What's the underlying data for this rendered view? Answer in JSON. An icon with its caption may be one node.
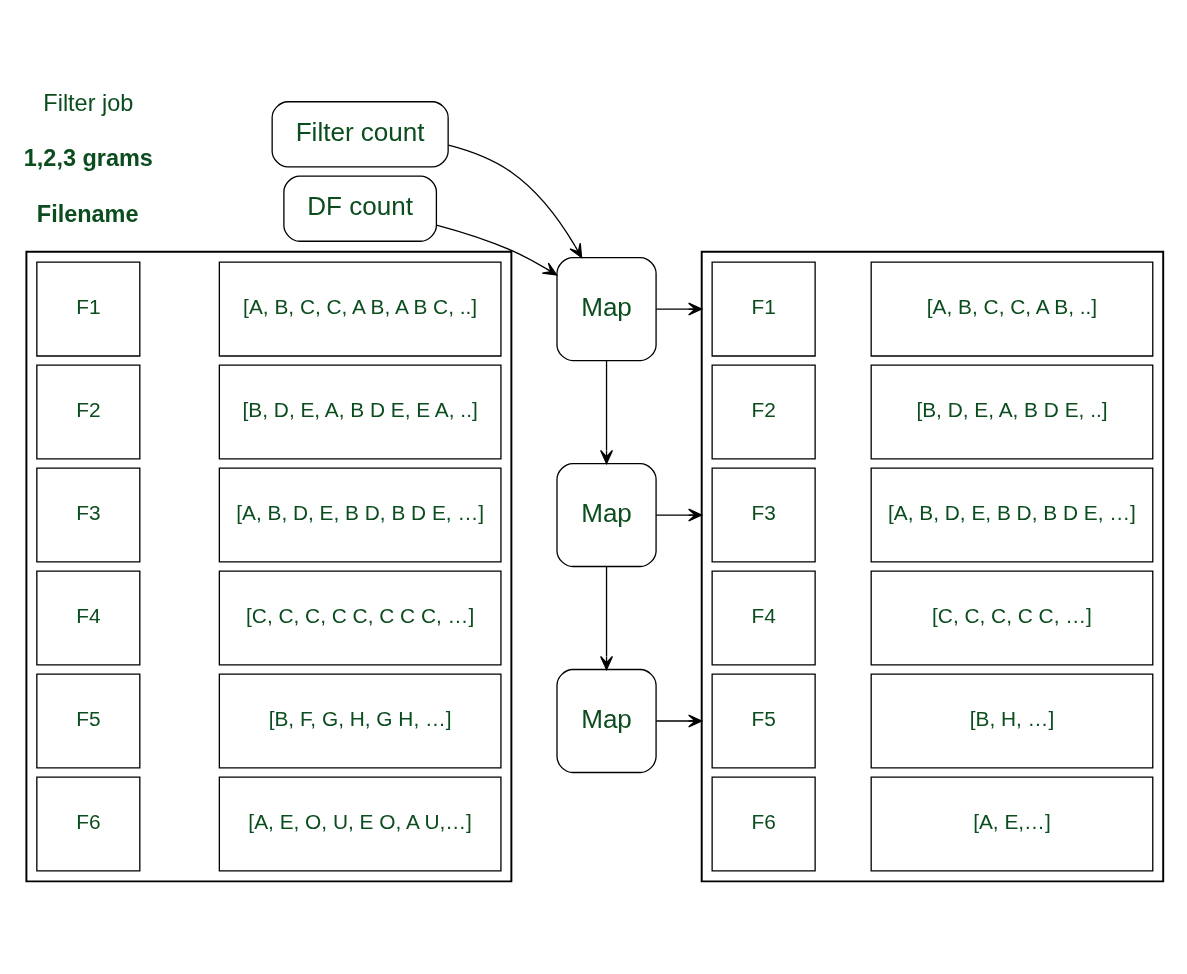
{
  "diagram": {
    "nodes": [
      {
        "text": [
          "Filter count"
        ]
      },
      {
        "text": [
          "DF count"
        ]
      },
      {
        "text": [],
        "shape": "box"
      },
      {
        "text": [
          "F1"
        ],
        "in": 2
      },
      {
        "text": [
          "[A, B, C, C, A B, A B C, ..]"
        ],
        "in": 2
      },
      {
        "text": [
          "F2"
        ],
        "in": 2
      },
      {
        "text": [
          "[B, D, E, A, B D E, E A, ..]"
        ],
        "in": 2
      },
      {
        "text": [
          "F3"
        ],
        "in": 2
      },
      {
        "text": [
          "[A, B, D, E, B D, B D E, …]"
        ],
        "in": 2
      },
      {
        "text": [
          "F4"
        ],
        "in": 2
      },
      {
        "text": [
          "[C, C, C, C C, C C C, …]"
        ],
        "in": 2
      },
      {
        "text": [
          "F5"
        ],
        "in": 2
      },
      {
        "text": [
          "[B, F, G, H, G H, …]"
        ],
        "in": 2
      },
      {
        "text": [
          "F6"
        ],
        "in": 2
      },
      {
        "text": [
          "[A, E, O, U, E O, A U,…]"
        ],
        "in": 2
      },
      {
        "text": [
          "Map"
        ]
      },
      {
        "text": [
          "Map"
        ]
      },
      {
        "text": [
          "Map"
        ]
      },
      {
        "text": [],
        "shape": "box"
      },
      {
        "text": [
          "F1"
        ],
        "in": 18
      },
      {
        "text": [
          "[A, B, C, C, A B, ..]"
        ],
        "in": 18
      },
      {
        "text": [
          "F2"
        ],
        "in": 18
      },
      {
        "text": [
          "[B, D, E, A, B D E, ..]"
        ],
        "in": 18
      },
      {
        "text": [
          "F3"
        ],
        "in": 18
      },
      {
        "text": [
          "[A, B, D, E, B D, B D E, …]"
        ],
        "in": 18
      },
      {
        "text": [
          "F4"
        ],
        "in": 18
      },
      {
        "text": [
          "[C, C, C, C C, …]"
        ],
        "in": 18
      },
      {
        "text": [
          "F5"
        ],
        "in": 18
      },
      {
        "text": [
          "[B, H, …]"
        ],
        "in": 18
      },
      {
        "text": [
          "F6"
        ],
        "in": 18
      },
      {
        "text": [
          "[A, E,…]"
        ],
        "in": 18
      }
    ],
    "edges": [
      {
        "from": 0,
        "to": 15,
        "arrow": "to"
      },
      {
        "from": 1,
        "to": 15,
        "arrow": "to"
      },
      {
        "from": 15,
        "to": 16,
        "arrow": "to"
      },
      {
        "from": 16,
        "to": 17,
        "arrow": "to"
      },
      {
        "from": 15,
        "to": 18,
        "arrow": "to"
      },
      {
        "from": 16,
        "to": 18,
        "arrow": "to"
      },
      {
        "from": 17,
        "to": 18,
        "arrow": "to"
      }
    ],
    "labels": [
      "Filename",
      "1,2,3 grams",
      "Filter job"
    ]
  }
}
